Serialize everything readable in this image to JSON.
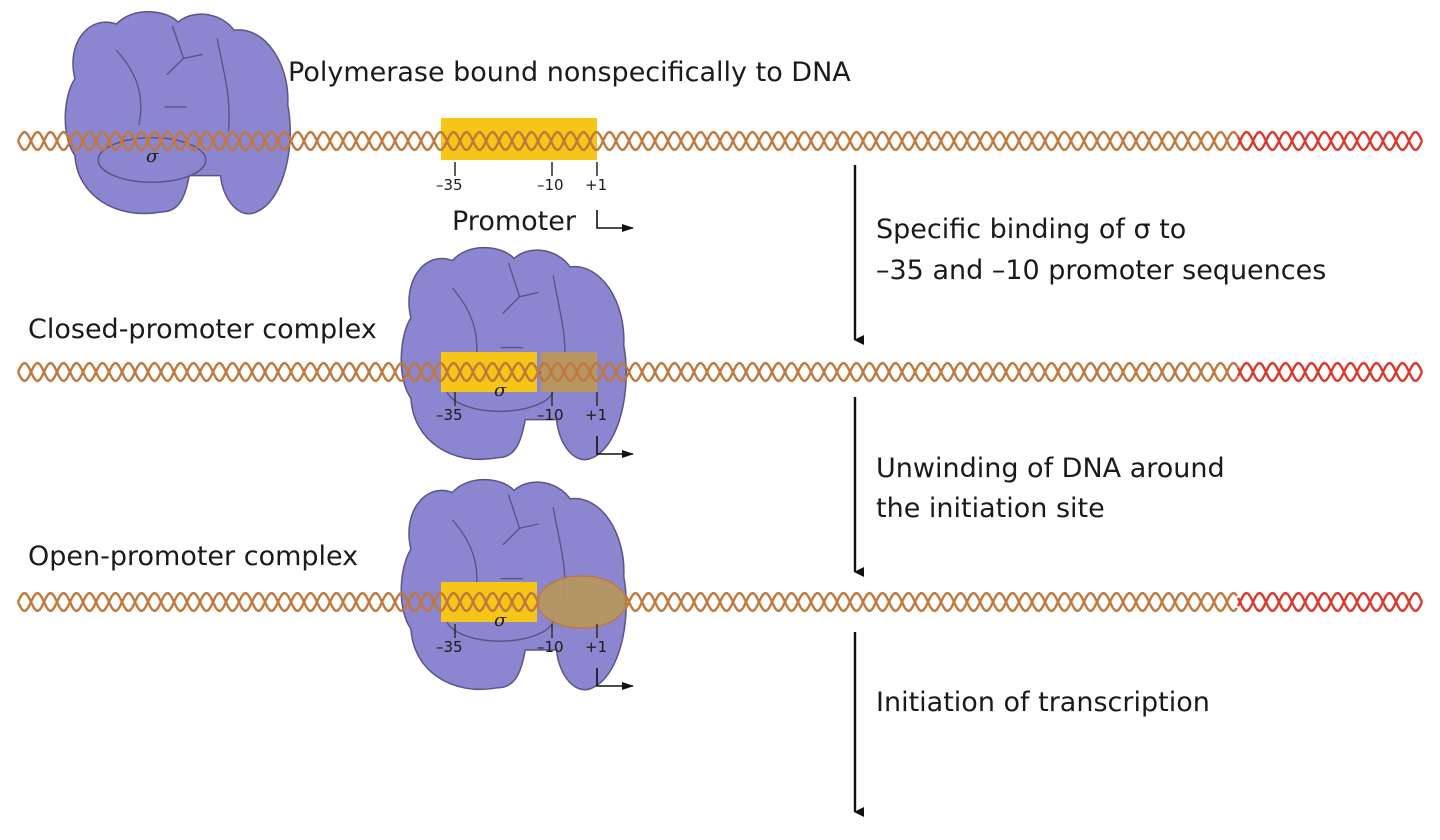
{
  "colors": {
    "polymerase": "#8b86cf",
    "polymerase_edge": "#5b5488",
    "dna_main": "#c0783c",
    "dna_end": "#d9382c",
    "promoter_35": "#f5c518",
    "promoter_10": "#b79661",
    "arrow": "#111111"
  },
  "icons": {
    "polymerase": "rna-polymerase-shape",
    "dna": "double-helix",
    "arrow": "down-arrow",
    "start": "bent-start-arrow"
  },
  "labels": {
    "nonspecific": "Polymerase bound nonspecifically to DNA",
    "promoter": "Promoter",
    "closed": "Closed-promoter complex",
    "open": "Open-promoter complex",
    "sigma": "σ",
    "m35": "–35",
    "m10": "–10",
    "p1": "+1"
  },
  "steps": [
    {
      "line1": "Specific binding of σ to",
      "line2": "–35 and –10 promoter sequences"
    },
    {
      "line1": "Unwinding of DNA around",
      "line2": "the initiation site"
    },
    {
      "line1": "Initiation of transcription"
    }
  ]
}
